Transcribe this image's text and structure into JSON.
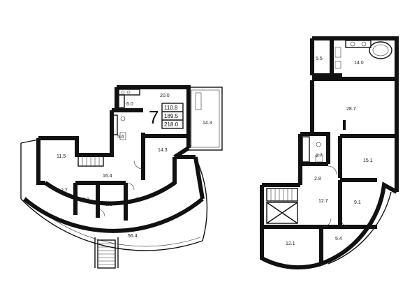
{
  "unit": {
    "number": "7",
    "areas": [
      "110.8",
      "189.5",
      "218.0"
    ]
  },
  "rooms": {
    "left": {
      "r20_0": "20.0",
      "r6_0": "6.0",
      "r14_3_terrace": "14.3",
      "r5_6": "5.6",
      "r14_3": "14.3",
      "r11_5": "11.5",
      "r16_4": "16.4",
      "r3_7": "3.7",
      "r3_9": "3.9",
      "r6_8": "6.8",
      "r5_4": "5.4",
      "r56_4": "56.4"
    },
    "right": {
      "r5_5": "5.5",
      "r14_0": "14.0",
      "r28_7": "28.7",
      "r2_7": "2.7",
      "r15_1": "15.1",
      "r2_8": "2.8",
      "r12_7": "12.7",
      "r9_1": "9.1",
      "r12_1": "12.1",
      "r5_4": "5.4"
    }
  }
}
